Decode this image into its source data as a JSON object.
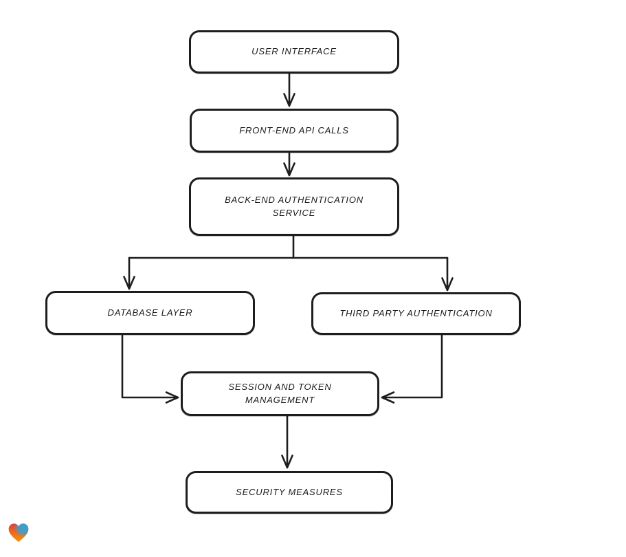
{
  "diagram": {
    "type": "flowchart",
    "background": "#ffffff",
    "stroke_color": "#1d1d1d",
    "node_fill": "#ffffff",
    "nodes": [
      {
        "id": "user-interface",
        "label": "USER INTERFACE"
      },
      {
        "id": "front-end-api-calls",
        "label": "FRONT-END API CALLS"
      },
      {
        "id": "back-end-authentication-service",
        "label": "BACK-END AUTHENTICATION SERVICE"
      },
      {
        "id": "database-layer",
        "label": "DATABASE LAYER"
      },
      {
        "id": "third-party-authentication",
        "label": "THIRD PARTY AUTHENTICATION"
      },
      {
        "id": "session-and-token-management",
        "label": "SESSION AND TOKEN MANAGEMENT"
      },
      {
        "id": "security-measures",
        "label": "SECURITY MEASURES"
      }
    ],
    "edges": [
      {
        "from": "user-interface",
        "to": "front-end-api-calls"
      },
      {
        "from": "front-end-api-calls",
        "to": "back-end-authentication-service"
      },
      {
        "from": "back-end-authentication-service",
        "to": "database-layer"
      },
      {
        "from": "back-end-authentication-service",
        "to": "third-party-authentication"
      },
      {
        "from": "database-layer",
        "to": "session-and-token-management"
      },
      {
        "from": "third-party-authentication",
        "to": "session-and-token-management"
      },
      {
        "from": "session-and-token-management",
        "to": "security-measures"
      }
    ]
  },
  "watermark": {
    "name": "gradient-heart-logo",
    "colors": {
      "red": "#e73b2e",
      "orange": "#f6980b",
      "blue": "#2aa7e0"
    }
  }
}
